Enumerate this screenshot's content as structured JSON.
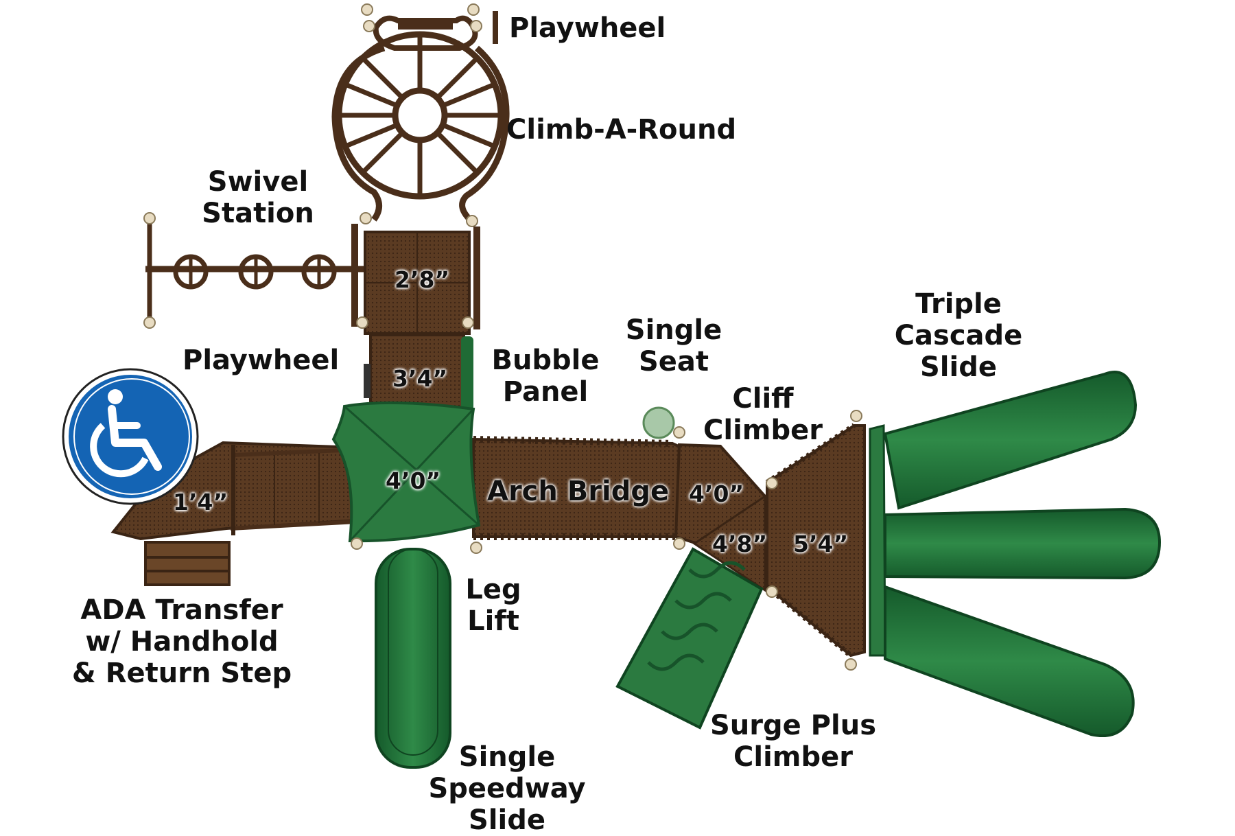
{
  "labels": {
    "playwheel_top": "Playwheel",
    "climb_a_round": "Climb-A-Round",
    "swivel_station": [
      "Swivel",
      "Station"
    ],
    "playwheel_left": "Playwheel",
    "bubble_panel": [
      "Bubble",
      "Panel"
    ],
    "single_seat": [
      "Single",
      "Seat"
    ],
    "triple_cascade_slide": [
      "Triple",
      "Cascade",
      "Slide"
    ],
    "cliff_climber": [
      "Cliff",
      "Climber"
    ],
    "arch_bridge": "Arch Bridge",
    "leg_lift": [
      "Leg",
      "Lift"
    ],
    "ada_transfer": [
      "ADA Transfer",
      "w/ Handhold",
      "& Return Step"
    ],
    "surge_plus_climber": [
      "Surge Plus",
      "Climber"
    ],
    "single_speedway_slide": [
      "Single",
      "Speedway",
      "Slide"
    ]
  },
  "deck_heights": {
    "deck_upper": "2’8”",
    "deck_mid": "3’4”",
    "deck_main": "4’0”",
    "deck_transfer": "1’4”",
    "deck_bridge_end": "4’0”",
    "deck_lower_right": "4’8”",
    "deck_far_right": "5’4”"
  },
  "icons": {
    "accessibility": "wheelchair-icon"
  },
  "colors": {
    "deck_brown": "#5b3b22",
    "frame_brown": "#4a2e1a",
    "slide_green": "#1f6b35",
    "slide_green_light": "#2f8a48",
    "roof_green": "#2b7a40",
    "ada_blue": "#1464b4",
    "post_cap": "#e8dcc2"
  }
}
